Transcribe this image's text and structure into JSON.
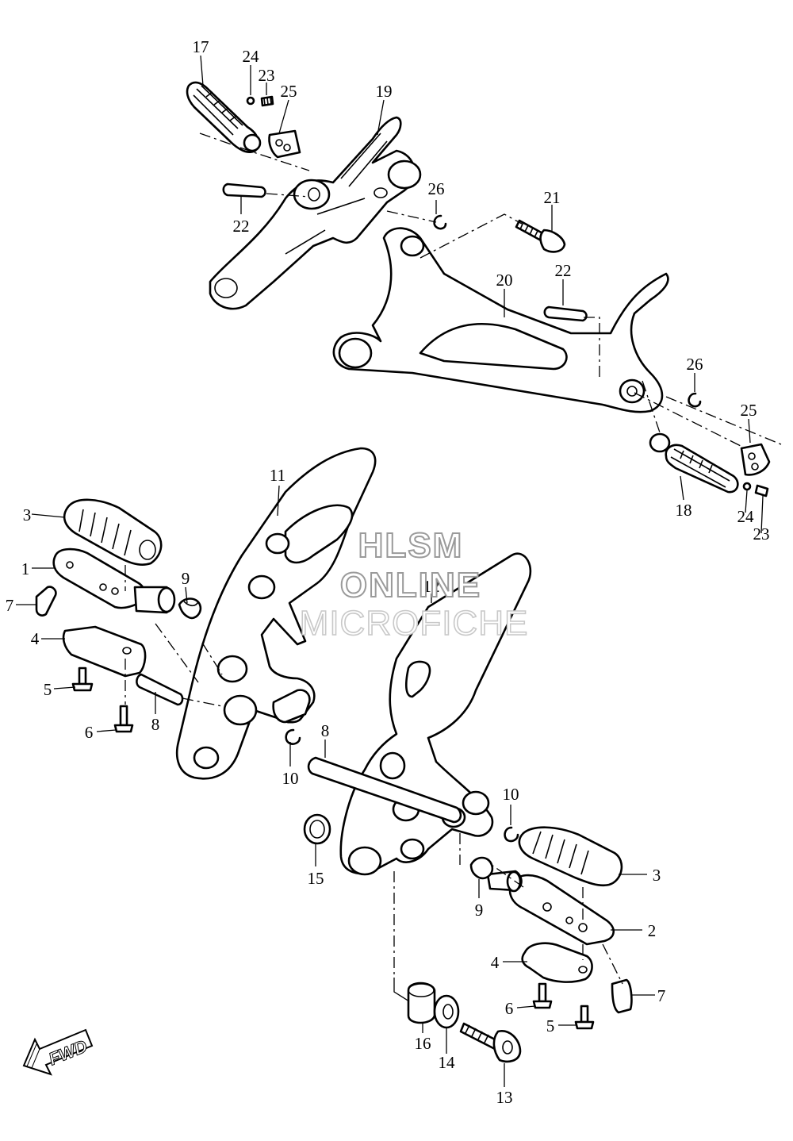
{
  "watermark": {
    "line1": "HLSM",
    "line2": "ONLINE",
    "line3": "MICROFICHE"
  },
  "fwd_label": "FWD",
  "callouts": [
    "17",
    "24",
    "23",
    "25",
    "19",
    "22",
    "26",
    "21",
    "22",
    "20",
    "26",
    "25",
    "18",
    "24",
    "23",
    "11",
    "3",
    "1",
    "9",
    "7",
    "4",
    "5",
    "8",
    "6",
    "10",
    "12",
    "8",
    "10",
    "15",
    "3",
    "9",
    "2",
    "4",
    "7",
    "6",
    "5",
    "16",
    "14",
    "13"
  ]
}
